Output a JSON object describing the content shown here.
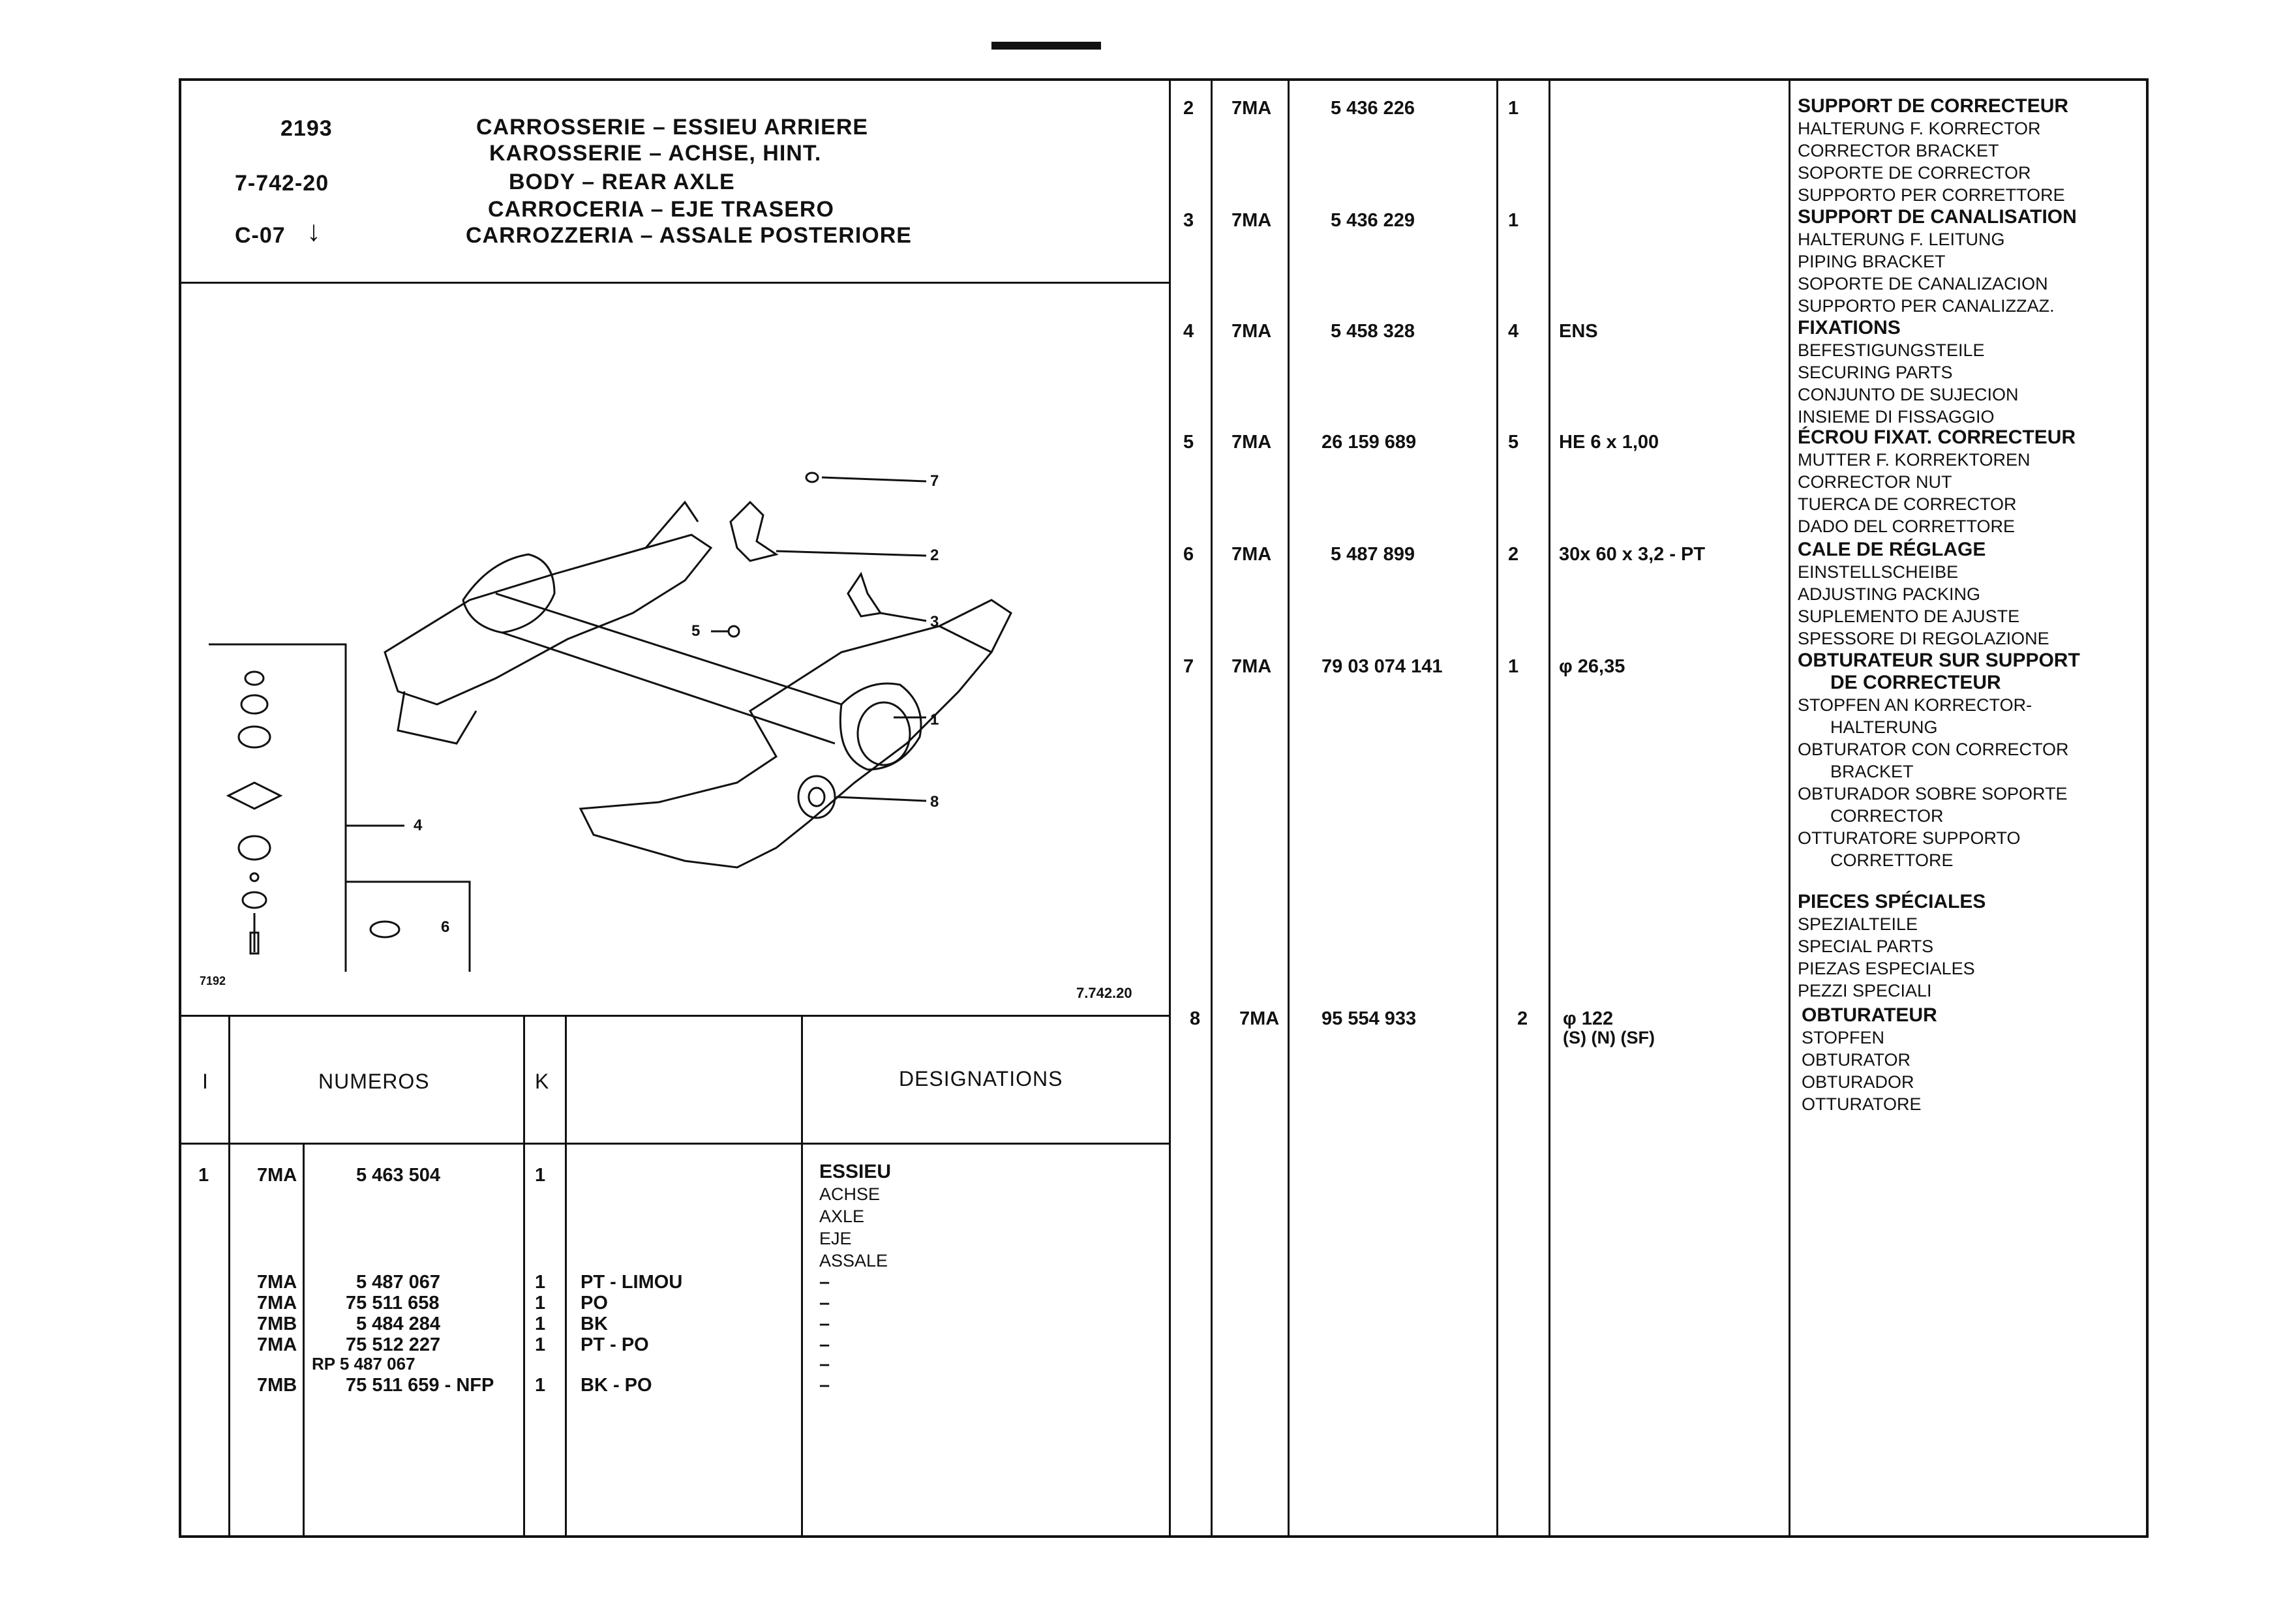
{
  "page": {
    "topmark": "",
    "header": {
      "model_code": "2193",
      "ref_code": "7-742-20",
      "date_code": "C-07",
      "date_arrow": "↓",
      "titles": [
        "CARROSSERIE – ESSIEU ARRIERE",
        "KAROSSERIE – ACHSE, HINT.",
        "BODY – REAR AXLE",
        "CARROCERIA – EJE TRASERO",
        "CARROZZERIA – ASSALE POSTERIORE"
      ]
    },
    "diagram": {
      "ref": "7.742.20",
      "corner_code": "7192",
      "callouts": [
        "1",
        "2",
        "3",
        "4",
        "5",
        "6",
        "7",
        "8"
      ]
    },
    "left_table": {
      "headers": {
        "index": "I",
        "numeros": "NUMEROS",
        "k": "K",
        "designations": "DESIGNATIONS"
      },
      "rows": [
        {
          "idx": "1",
          "prefix": "7MA",
          "number": "5 463 504",
          "qty": "1",
          "note": "",
          "desig": [
            "ESSIEU",
            "ACHSE",
            "AXLE",
            "EJE",
            "ASSALE"
          ]
        },
        {
          "idx": "",
          "prefix": "7MA",
          "number": "5 487 067",
          "qty": "1",
          "note": "PT - LIMOU",
          "desig": [
            "–"
          ]
        },
        {
          "idx": "",
          "prefix": "7MA",
          "number": "75 511 658",
          "qty": "1",
          "note": "PO",
          "desig": [
            "–"
          ]
        },
        {
          "idx": "",
          "prefix": "7MB",
          "number": "5 484 284",
          "qty": "1",
          "note": "BK",
          "desig": [
            "–"
          ]
        },
        {
          "idx": "",
          "prefix": "7MA",
          "number": "75 512 227",
          "qty": "1",
          "note": "PT - PO",
          "desig": [
            "–"
          ]
        },
        {
          "idx": "",
          "prefix": "",
          "number": "RP 5 487 067",
          "qty": "",
          "note": "",
          "desig": [
            "–"
          ]
        },
        {
          "idx": "",
          "prefix": "7MB",
          "number": "75 511 659 - NFP",
          "qty": "1",
          "note": "BK - PO",
          "desig": [
            "–"
          ]
        }
      ]
    },
    "right_table": {
      "rows": [
        {
          "idx": "2",
          "prefix": "7MA",
          "number": "5 436 226",
          "qty": "1",
          "note": "",
          "desig": [
            "SUPPORT DE CORRECTEUR",
            "HALTERUNG F. KORRECTOR",
            "CORRECTOR BRACKET",
            "SOPORTE DE CORRECTOR",
            "SUPPORTO PER CORRETTORE"
          ]
        },
        {
          "idx": "3",
          "prefix": "7MA",
          "number": "5 436 229",
          "qty": "1",
          "note": "",
          "desig": [
            "SUPPORT DE CANALISATION",
            "HALTERUNG F. LEITUNG",
            "PIPING BRACKET",
            "SOPORTE DE CANALIZACION",
            "SUPPORTO PER CANALIZZAZ."
          ]
        },
        {
          "idx": "4",
          "prefix": "7MA",
          "number": "5 458 328",
          "qty": "4",
          "note": "ENS",
          "desig": [
            "FIXATIONS",
            "BEFESTIGUNGSTEILE",
            "SECURING PARTS",
            "CONJUNTO DE SUJECION",
            "INSIEME DI FISSAGGIO"
          ]
        },
        {
          "idx": "5",
          "prefix": "7MA",
          "number": "26 159 689",
          "qty": "5",
          "note": "HE 6 x 1,00",
          "desig": [
            "ÉCROU FIXAT. CORRECTEUR",
            "MUTTER F. KORREKTOREN",
            "CORRECTOR NUT",
            "TUERCA DE CORRECTOR",
            "DADO DEL CORRETTORE"
          ]
        },
        {
          "idx": "6",
          "prefix": "7MA",
          "number": "5 487 899",
          "qty": "2",
          "note": "30x 60 x 3,2 - PT",
          "desig": [
            "CALE DE RÉGLAGE",
            "EINSTELLSCHEIBE",
            "ADJUSTING PACKING",
            "SUPLEMENTO DE AJUSTE",
            "SPESSORE DI REGOLAZIONE"
          ]
        },
        {
          "idx": "7",
          "prefix": "7MA",
          "number": "79 03 074 141",
          "qty": "1",
          "note": "φ 26,35",
          "desig": [
            "OBTURATEUR SUR SUPPORT",
            "DE CORRECTEUR",
            "STOPFEN AN KORRECTOR-",
            "HALTERUNG",
            "OBTURATOR CON CORRECTOR",
            "BRACKET",
            "OBTURADOR SOBRE SOPORTE",
            "CORRECTOR",
            "OTTURATORE SUPPORTO",
            "CORRETTORE",
            "",
            "PIECES SPÉCIALES",
            "SPEZIALTEILE",
            "SPECIAL PARTS",
            "PIEZAS ESPECIALES",
            "PEZZI SPECIALI"
          ]
        },
        {
          "idx": "8",
          "prefix": "7MA",
          "number": "95 554 933",
          "qty": "2",
          "note": "φ 122",
          "note2": "(S) (N) (SF)",
          "desig": [
            "OBTURATEUR",
            "STOPFEN",
            "OBTURATOR",
            "OBTURADOR",
            "OTTURATORE"
          ]
        }
      ]
    }
  }
}
